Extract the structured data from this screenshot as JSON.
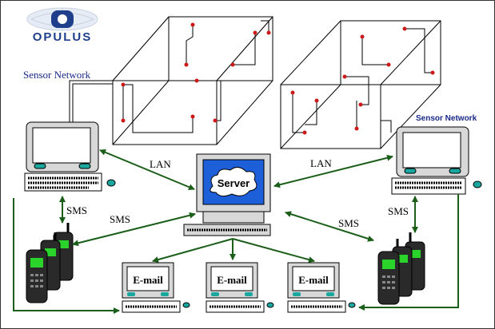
{
  "logo": {
    "text": "OPULUS",
    "color": "#1f3e8c"
  },
  "labels": {
    "sensor_network_left": "Sensor Network",
    "sensor_network_right": "Sensor Network",
    "lan_left": "LAN",
    "lan_right": "LAN",
    "sms_left_vertical": "SMS",
    "sms_left": "SMS",
    "sms_right": "SMS",
    "sms_right_vertical": "SMS"
  },
  "server": {
    "label": "Server"
  },
  "email_terminals": [
    {
      "label": "E-mail"
    },
    {
      "label": "E-mail"
    },
    {
      "label": "E-mail"
    }
  ],
  "colors": {
    "arrow": "#1a5e1a",
    "server_screen": "#1c5fd8",
    "phone_screen": "#2bd42b",
    "sensor_node": "#cc1a1a",
    "line": "#000000",
    "label_blue": "#1a2a88",
    "monitor_body": "#d8d8d8"
  }
}
